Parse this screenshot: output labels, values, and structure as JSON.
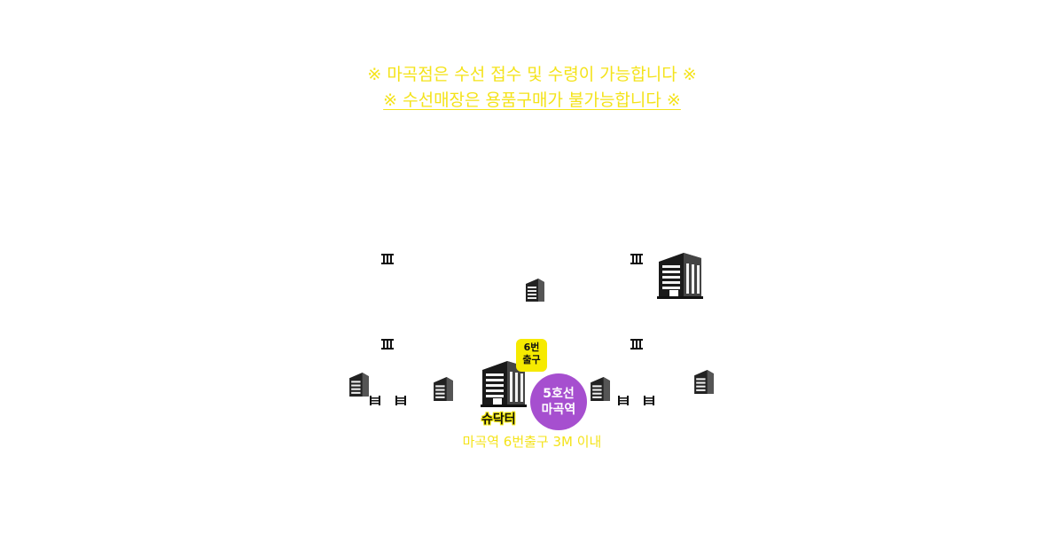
{
  "colors": {
    "accent": "#f4e31a",
    "badge": "#f6ea00",
    "purple": "#a64fcf",
    "building": "#1a1a1a"
  },
  "notices": {
    "line1": "※ 마곡점은 수선 접수 및 수령이 가능합니다 ※",
    "line2": "※ 수선매장은 용품구매가 불가능합니다 ※"
  },
  "map": {
    "exit_badge": {
      "line1": "6번",
      "line2": "출구"
    },
    "station": {
      "line1": "5호선",
      "line2": "마곡역"
    },
    "shop_label": "슈닥터",
    "caption": "마곡역 6번출구 3M 이내"
  },
  "icons": [
    "building-icon",
    "tree-icon",
    "station-icon"
  ]
}
